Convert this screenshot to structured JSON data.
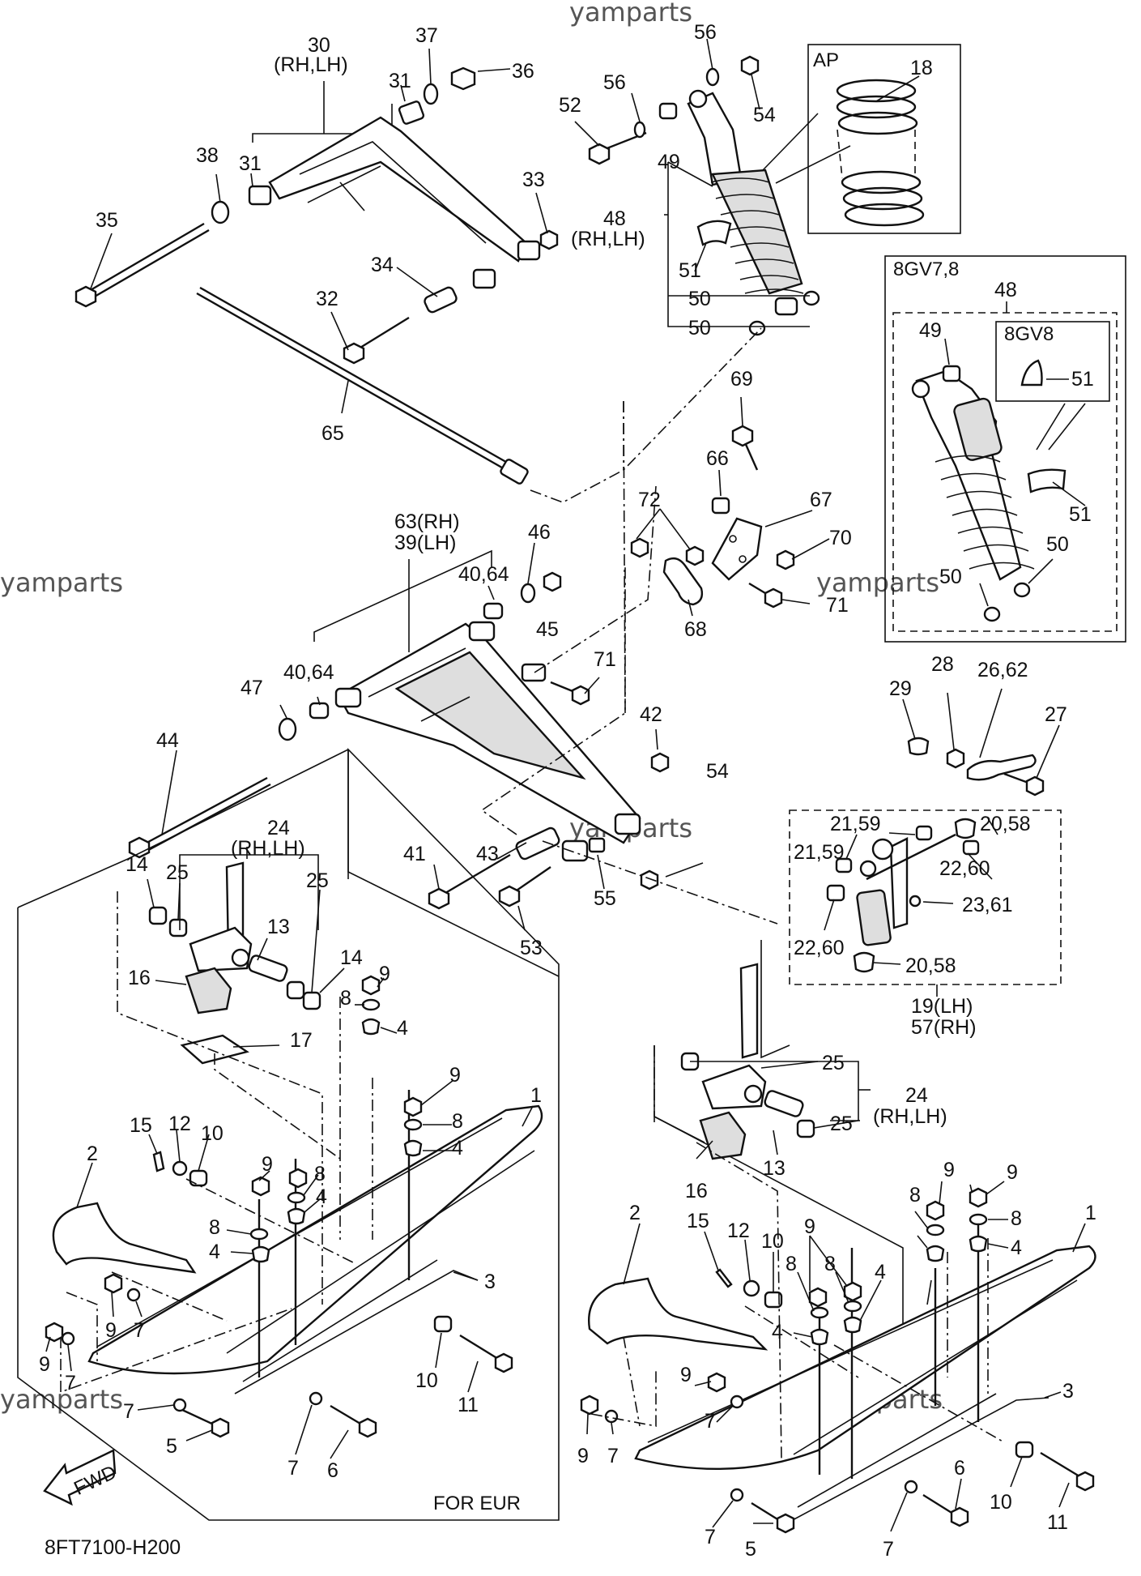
{
  "watermarks": [
    "yamparts",
    "yamparts",
    "yamparts",
    "yamparts",
    "yamparts",
    "yamparts"
  ],
  "diagram_code": "8FT7100-H200",
  "fwd_label": "FWD",
  "inset_ap": {
    "title": "AP",
    "part": "18"
  },
  "inset_8gv78": {
    "title": "8GV7,8",
    "sub_title": "8GV8",
    "group_number": "48"
  },
  "for_eur_label": "FOR EUR",
  "callouts": {
    "c30": "30",
    "c30s": "(RH,LH)",
    "c37": "37",
    "c36": "36",
    "c31a": "31",
    "c31b": "31",
    "c38": "38",
    "c33": "33",
    "c35": "35",
    "c34": "34",
    "c32": "32",
    "c65": "65",
    "c56a": "56",
    "c56b": "56",
    "c52": "52",
    "c54a": "54",
    "c49": "49",
    "c48": "48",
    "c48s": "(RH,LH)",
    "c51": "51",
    "c50a": "50",
    "c50b": "50",
    "i49": "49",
    "i51a": "51",
    "i51b": "51",
    "i50a": "50",
    "i50b": "50",
    "c69": "69",
    "c66": "66",
    "c67": "67",
    "c72": "72",
    "c70": "70",
    "c71a": "71",
    "c68": "68",
    "c63": "63(RH)",
    "c39": "39(LH)",
    "c46": "46",
    "c4064a": "40,64",
    "c45": "45",
    "c4064b": "40,64",
    "c71b": "71",
    "c47": "47",
    "c44": "44",
    "c42": "42",
    "c54b": "54",
    "c43": "43",
    "c41": "41",
    "c55": "55",
    "c53": "53",
    "c28": "28",
    "c2662": "26,62",
    "c29": "29",
    "c27": "27",
    "c2159a": "21,59",
    "c2159b": "21,59",
    "c2058a": "20,58",
    "c2260a": "22,60",
    "c2361": "23,61",
    "c2260b": "22,60",
    "c2058b": "20,58",
    "c19": "19(LH)",
    "c57": "57(RH)",
    "L24": "24",
    "L24s": "(RH,LH)",
    "L14a": "14",
    "L25a": "25",
    "L25b": "25",
    "L13": "13",
    "L14b": "14",
    "L16": "16",
    "L9a": "9",
    "L8a": "8",
    "L4a": "4",
    "L17": "17",
    "L9b": "9",
    "L8b": "8",
    "L4b": "4",
    "L15": "15",
    "L12": "12",
    "L10a": "10",
    "L1": "1",
    "L2": "2",
    "L9c": "9",
    "L8c": "8",
    "L4c": "4",
    "L8d": "8",
    "L4d": "4",
    "L3": "3",
    "L9d": "9",
    "L7a": "7",
    "L9e": "9",
    "L7b": "7",
    "L7c": "7",
    "L5": "5",
    "L10b": "10",
    "L11": "11",
    "L7d": "7",
    "L6": "6",
    "R25a": "25",
    "R24": "24",
    "R24s": "(RH,LH)",
    "R25b": "25",
    "R13": "13",
    "R16": "16",
    "R9a": "9",
    "R9b": "9",
    "R8a": "8",
    "R8b": "8",
    "R4a": "4",
    "R1": "1",
    "R2": "2",
    "R15": "15",
    "R12": "12",
    "R10a": "10",
    "R9c": "9",
    "R8c": "8",
    "R8d": "8",
    "R4b": "4",
    "R4c": "4",
    "R3": "3",
    "R9d": "9",
    "R7a": "7",
    "R9e": "9",
    "R7b": "7",
    "R6": "6",
    "R10b": "10",
    "R11": "11",
    "R7c": "7",
    "R5": "5",
    "R7d": "7"
  }
}
